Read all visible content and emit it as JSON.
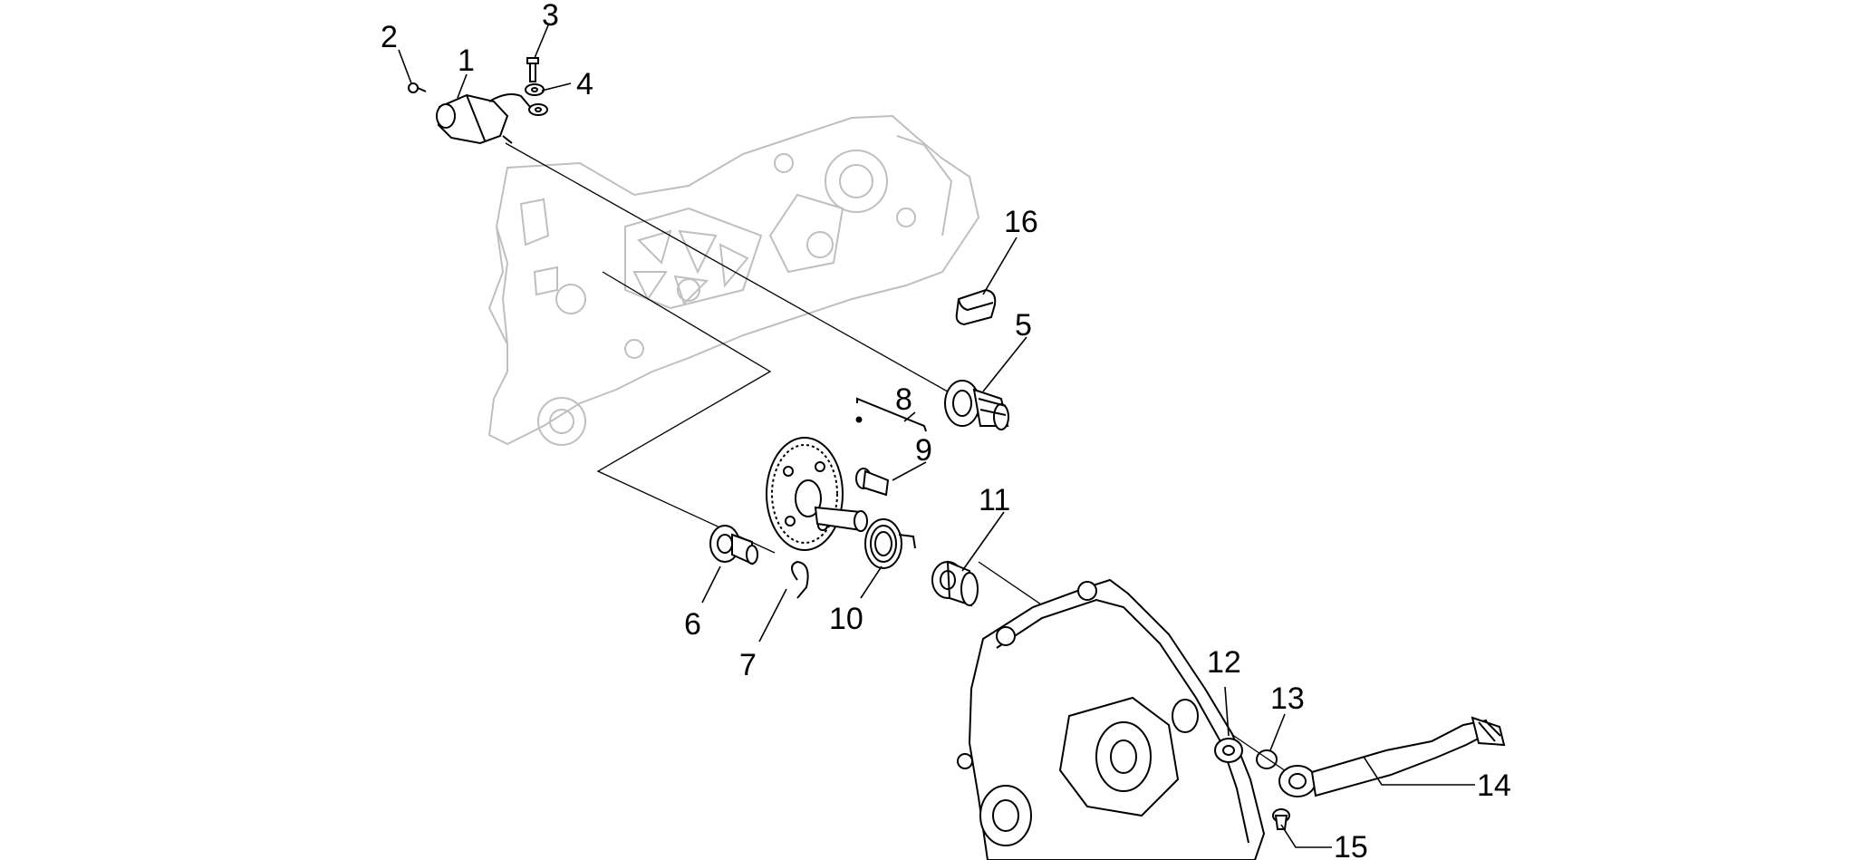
{
  "callouts": [
    {
      "id": "2",
      "label": "2"
    },
    {
      "id": "1",
      "label": "1"
    },
    {
      "id": "3",
      "label": "3"
    },
    {
      "id": "4",
      "label": "4"
    },
    {
      "id": "16",
      "label": "16"
    },
    {
      "id": "5",
      "label": "5"
    },
    {
      "id": "8",
      "label": "8"
    },
    {
      "id": "9",
      "label": "9"
    },
    {
      "id": "11",
      "label": "11"
    },
    {
      "id": "6",
      "label": "6"
    },
    {
      "id": "10",
      "label": "10"
    },
    {
      "id": "7",
      "label": "7"
    },
    {
      "id": "12",
      "label": "12"
    },
    {
      "id": "13",
      "label": "13"
    },
    {
      "id": "14",
      "label": "14"
    },
    {
      "id": "15",
      "label": "15"
    }
  ],
  "colors": {
    "ink": "#000000",
    "ghost_outline": "#bfbfbf",
    "background": "#ffffff"
  }
}
